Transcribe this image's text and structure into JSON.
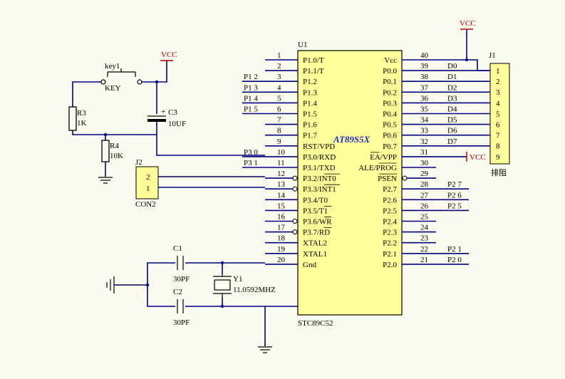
{
  "colors": {
    "background": "#fbfbef",
    "chip_fill": "#ffff99",
    "wire": "#000080",
    "power": "#b00000",
    "chip_name": "#1a2fc0"
  },
  "chip": {
    "ref": "U1",
    "name": "AT89S5X",
    "part": "STC89C52",
    "left_pins": [
      {
        "num": "1",
        "name": "P1.0/T",
        "net": ""
      },
      {
        "num": "2",
        "name": "P1.1/T",
        "net": ""
      },
      {
        "num": "3",
        "name": "P1.2",
        "net": "P1 2"
      },
      {
        "num": "4",
        "name": "P1.3",
        "net": "P1 3"
      },
      {
        "num": "5",
        "name": "P1.4",
        "net": "P1 4"
      },
      {
        "num": "6",
        "name": "P1.5",
        "net": "P1 5"
      },
      {
        "num": "7",
        "name": "P1.6",
        "net": ""
      },
      {
        "num": "8",
        "name": "P1.7",
        "net": ""
      },
      {
        "num": "9",
        "name": "RST/VPD",
        "net": ""
      },
      {
        "num": "10",
        "name": "P3.0/RXD",
        "net": "P3 0"
      },
      {
        "num": "11",
        "name": "P3.1/TXD",
        "net": "P3 1"
      },
      {
        "num": "12",
        "name": "P3.2/INT0",
        "net": ""
      },
      {
        "num": "13",
        "name": "P3.3/INT1",
        "net": ""
      },
      {
        "num": "14",
        "name": "P3.4/T0",
        "net": ""
      },
      {
        "num": "15",
        "name": "P3.5/T1",
        "net": ""
      },
      {
        "num": "16",
        "name": "P3.6/WR",
        "net": ""
      },
      {
        "num": "17",
        "name": "P3.7/RD",
        "net": ""
      },
      {
        "num": "18",
        "name": "XTAL2",
        "net": ""
      },
      {
        "num": "19",
        "name": "XTAL1",
        "net": ""
      },
      {
        "num": "20",
        "name": "Gnd",
        "net": ""
      }
    ],
    "right_pins": [
      {
        "num": "40",
        "name": "Vcc",
        "net": ""
      },
      {
        "num": "39",
        "name": "P0.0",
        "net": "D0"
      },
      {
        "num": "38",
        "name": "P0.1",
        "net": "D1"
      },
      {
        "num": "37",
        "name": "P0.2",
        "net": "D2"
      },
      {
        "num": "36",
        "name": "P0.3",
        "net": "D3"
      },
      {
        "num": "35",
        "name": "P0.4",
        "net": "D4"
      },
      {
        "num": "34",
        "name": "P0.5",
        "net": "D5"
      },
      {
        "num": "33",
        "name": "P0.6",
        "net": "D6"
      },
      {
        "num": "32",
        "name": "P0.7",
        "net": "D7"
      },
      {
        "num": "31",
        "name": "EA/VPP",
        "net": "VCC"
      },
      {
        "num": "30",
        "name": "ALE/PROG",
        "net": ""
      },
      {
        "num": "29",
        "name": "PSEN",
        "net": ""
      },
      {
        "num": "28",
        "name": "P2.7",
        "net": "P2 7"
      },
      {
        "num": "27",
        "name": "P2.6",
        "net": "P2 6"
      },
      {
        "num": "26",
        "name": "P2.5",
        "net": "P2 5"
      },
      {
        "num": "25",
        "name": "P2.4",
        "net": ""
      },
      {
        "num": "24",
        "name": "P2.3",
        "net": ""
      },
      {
        "num": "23",
        "name": "P2.2",
        "net": ""
      },
      {
        "num": "22",
        "name": "P2.1",
        "net": "P2 1"
      },
      {
        "num": "21",
        "name": "P2.0",
        "net": "P2 0"
      }
    ]
  },
  "j1": {
    "ref": "J1",
    "name": "排阻",
    "pins": [
      "1",
      "2",
      "3",
      "4",
      "5",
      "6",
      "7",
      "8",
      "9"
    ]
  },
  "j2": {
    "ref": "J2",
    "name": "CON2",
    "pins": [
      "2",
      "1"
    ]
  },
  "parts": {
    "key_ref": "key1",
    "key_name": "KEY",
    "r3_ref": "R3",
    "r3_value": "1K",
    "r4_ref": "R4",
    "r4_value": "10K",
    "c3_ref": "C3",
    "c3_value": "10UF",
    "c3_polarity": "+",
    "c1_ref": "C1",
    "c1_value": "30PF",
    "c2_ref": "C2",
    "c2_value": "30PF",
    "y1_ref": "Y1",
    "y1_value": "11.0592MHZ"
  },
  "power": {
    "vcc_label": "VCC"
  }
}
